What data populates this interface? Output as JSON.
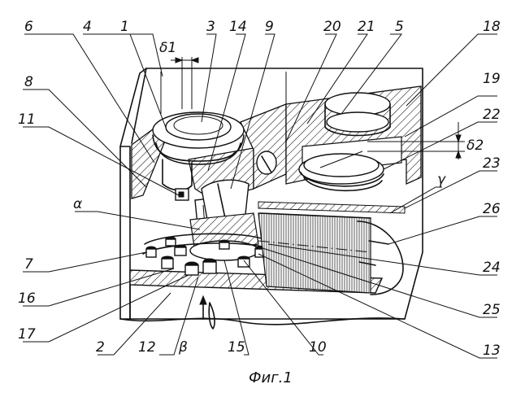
{
  "caption": "Фиг.1",
  "labels": {
    "l1": "1",
    "l2": "2",
    "l3": "3",
    "l4": "4",
    "l5": "5",
    "l6": "6",
    "l7": "7",
    "l8": "8",
    "l9": "9",
    "l10": "10",
    "l11": "11",
    "l12": "12",
    "l13": "13",
    "l14": "14",
    "l15": "15",
    "l16": "16",
    "l17": "17",
    "l18": "18",
    "l19": "19",
    "l20": "20",
    "l21": "21",
    "l22": "22",
    "l23": "23",
    "l24": "24",
    "l25": "25",
    "l26": "26",
    "alpha": "α",
    "beta": "β",
    "gamma": "γ",
    "delta1": "δ1",
    "delta2": "δ2"
  }
}
